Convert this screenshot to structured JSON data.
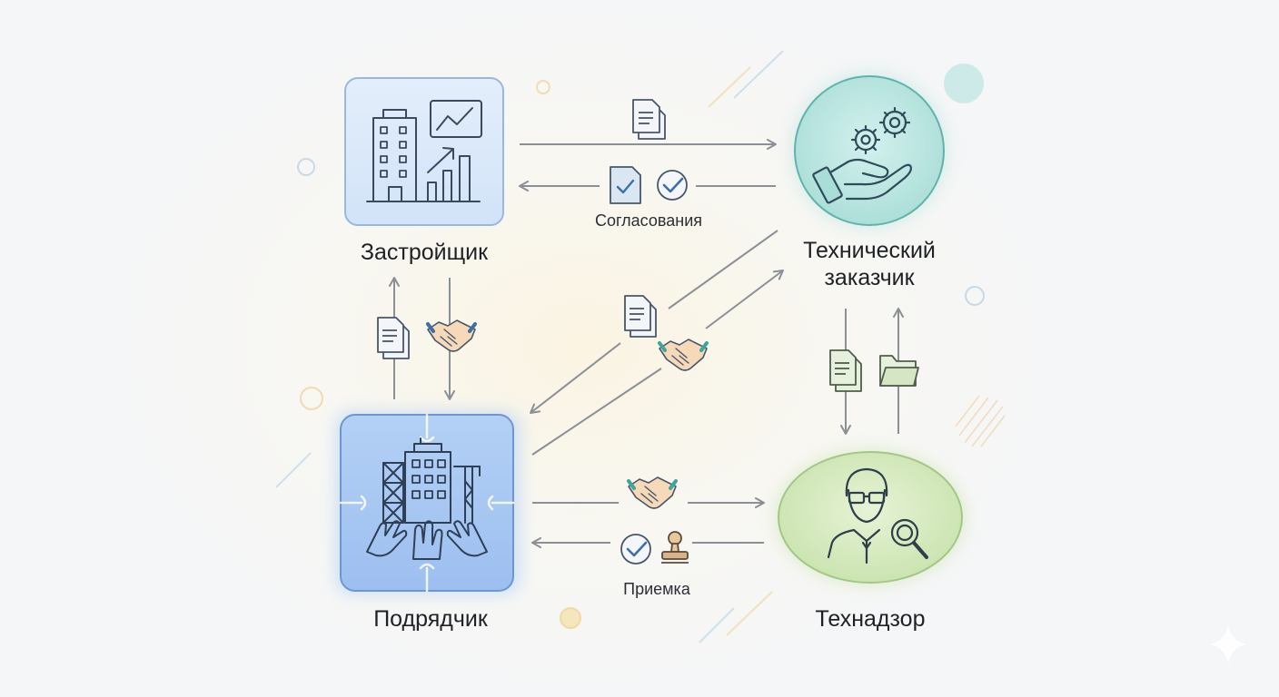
{
  "nodes": {
    "developer": {
      "label": "Застройщик"
    },
    "tech_customer": {
      "label_line1": "Технический",
      "label_line2": "заказчик"
    },
    "contractor": {
      "label": "Подрядчик"
    },
    "supervision": {
      "label": "Технадзор"
    }
  },
  "edges": {
    "approvals_label": "Согласования",
    "acceptance_label": "Приемка"
  },
  "colors": {
    "developer_fill": "#dbe9fa",
    "developer_stroke": "#8fb0d8",
    "contractor_fill": "#a9c8f2",
    "contractor_stroke": "#6f98d2",
    "tech_customer_fill": "#bfe8e4",
    "tech_customer_stroke": "#6cbfb6",
    "supervision_fill": "#d8ecc0",
    "supervision_stroke": "#a6c98a",
    "arrow": "#8b8f96",
    "icon_stroke": "#3a4a5c"
  }
}
